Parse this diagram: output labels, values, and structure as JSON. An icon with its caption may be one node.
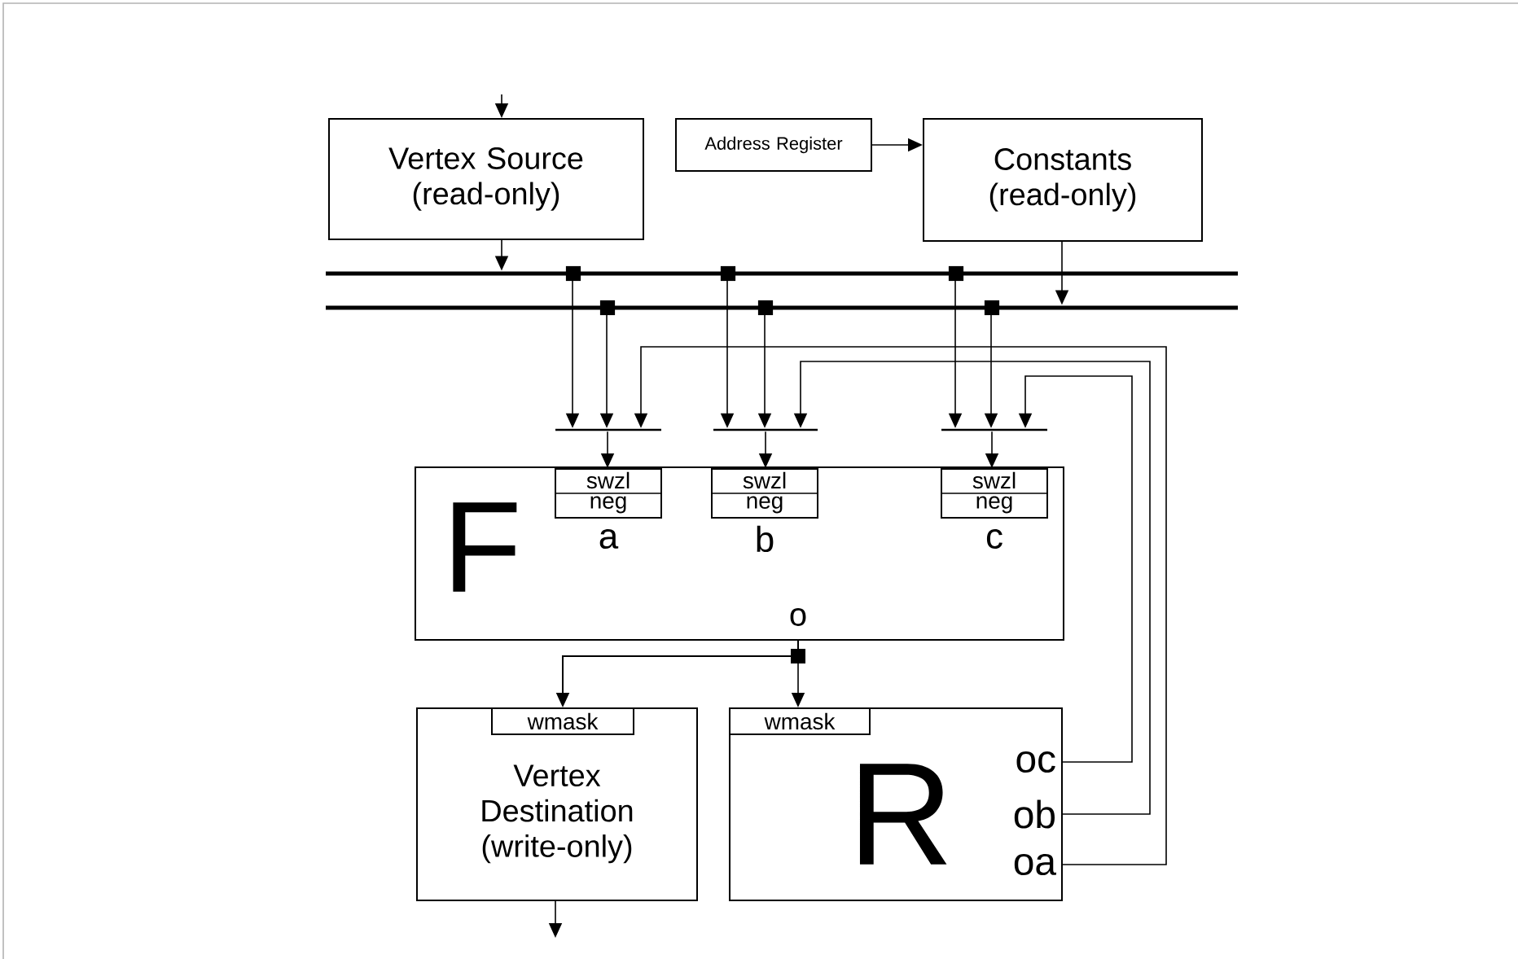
{
  "diagram": {
    "nodes": [
      {
        "text": [
          "Vertex Source (read-only)"
        ]
      },
      {
        "text": [
          "Address Register"
        ]
      },
      {
        "text": [
          "Constants (read-only)"
        ]
      },
      {
        "text": [],
        "shape": "bar"
      },
      {
        "text": [],
        "shape": "bar"
      },
      {
        "text": [],
        "shape": "bar"
      },
      {
        "text": [],
        "shape": "bar"
      },
      {
        "text": [],
        "shape": "bar"
      },
      {
        "text": [
          "F",
          "o"
        ]
      },
      {
        "text": [
          "swzl",
          "neg"
        ],
        "beside": [
          "a"
        ],
        "in": 8
      },
      {
        "text": [
          "swzl",
          "neg"
        ],
        "beside": [
          "b"
        ],
        "in": 8
      },
      {
        "text": [
          "swzl",
          "neg"
        ],
        "beside": [
          "c"
        ],
        "in": 8
      },
      {
        "text": [
          "Vertex Destination (write-only)"
        ]
      },
      {
        "text": [
          "wmask"
        ],
        "in": 12
      },
      {
        "text": [
          "R",
          "oc",
          "ob",
          "oa"
        ]
      },
      {
        "text": [
          "wmask"
        ],
        "in": 14
      },
      {
        "text": [],
        "shape": "box"
      },
      {
        "text": [],
        "shape": "box"
      },
      {
        "text": [],
        "shape": "box"
      },
      {
        "text": [],
        "shape": "box"
      },
      {
        "text": [],
        "shape": "box"
      },
      {
        "text": [],
        "shape": "box"
      }
    ],
    "edges": [
      {
        "from": null,
        "to": 0,
        "arrow": "to"
      },
      {
        "from": 1,
        "to": 2,
        "arrow": "to"
      },
      {
        "from": 0,
        "to": 3,
        "arrow": "to"
      },
      {
        "from": 2,
        "to": 4,
        "arrow": "to"
      },
      {
        "from": 16,
        "to": 5,
        "arrow": "to"
      },
      {
        "from": 17,
        "to": 5,
        "arrow": "to"
      },
      {
        "from": 14,
        "to": 5,
        "arrow": "to"
      },
      {
        "from": 18,
        "to": 6,
        "arrow": "to"
      },
      {
        "from": 19,
        "to": 6,
        "arrow": "to"
      },
      {
        "from": 14,
        "to": 6,
        "arrow": "to"
      },
      {
        "from": 20,
        "to": 7,
        "arrow": "to"
      },
      {
        "from": 21,
        "to": 7,
        "arrow": "to"
      },
      {
        "from": 14,
        "to": 7,
        "arrow": "to"
      },
      {
        "from": 5,
        "to": 9,
        "arrow": "to"
      },
      {
        "from": 6,
        "to": 10,
        "arrow": "to"
      },
      {
        "from": 7,
        "to": 11,
        "arrow": "to"
      },
      {
        "from": 8,
        "to": 15,
        "arrow": "to"
      },
      {
        "from": 8,
        "to": 13,
        "arrow": "to"
      },
      {
        "from": 12,
        "to": null,
        "arrow": "to"
      }
    ]
  }
}
